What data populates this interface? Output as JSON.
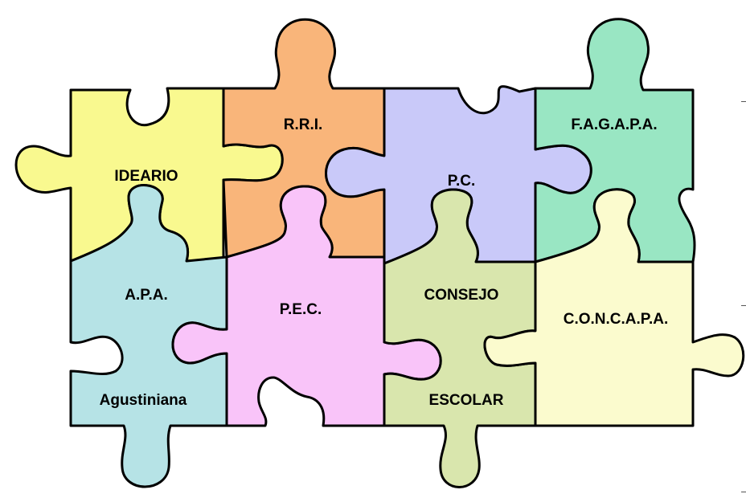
{
  "pieces": [
    {
      "id": "ideario",
      "color": "#f9f98f",
      "labels": [
        "IDEARIO"
      ]
    },
    {
      "id": "rri",
      "color": "#f9b57a",
      "labels": [
        "R.R.I."
      ]
    },
    {
      "id": "pc",
      "color": "#c9c9f9",
      "labels": [
        "P.C."
      ]
    },
    {
      "id": "fagapa",
      "color": "#99e6c3",
      "labels": [
        "F.A.G.A.P.A."
      ]
    },
    {
      "id": "apa",
      "color": "#b6e3e6",
      "labels": [
        "A.P.A.",
        "Agustiniana"
      ]
    },
    {
      "id": "pec",
      "color": "#f9c4f9",
      "labels": [
        "P.E.C."
      ]
    },
    {
      "id": "consejo",
      "color": "#d9e6ad",
      "labels": [
        "CONSEJO",
        "ESCOLAR"
      ]
    },
    {
      "id": "concapa",
      "color": "#fbfbce",
      "labels": [
        "C.O.N.C.A.P.A."
      ]
    }
  ]
}
